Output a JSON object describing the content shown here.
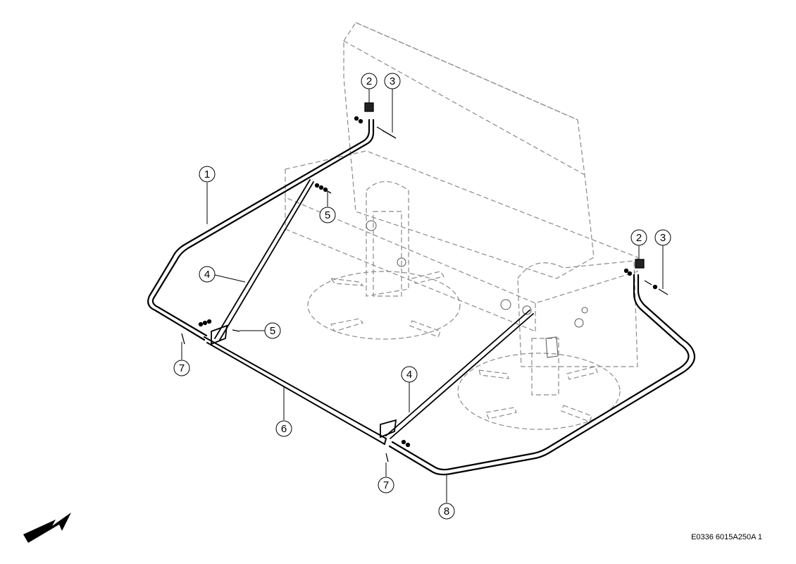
{
  "callouts": [
    {
      "id": "c1",
      "label": "1"
    },
    {
      "id": "c2a",
      "label": "2"
    },
    {
      "id": "c3a",
      "label": "3"
    },
    {
      "id": "c5a",
      "label": "5"
    },
    {
      "id": "c4a",
      "label": "4"
    },
    {
      "id": "c5b",
      "label": "5"
    },
    {
      "id": "c7a",
      "label": "7"
    },
    {
      "id": "c6",
      "label": "6"
    },
    {
      "id": "c4b",
      "label": "4"
    },
    {
      "id": "c2b",
      "label": "2"
    },
    {
      "id": "c3b",
      "label": "3"
    },
    {
      "id": "c7b",
      "label": "7"
    },
    {
      "id": "c8",
      "label": "8"
    }
  ],
  "document_code": "E0336 6015A250A 1",
  "icons": {
    "direction": "direction-arrow-icon"
  }
}
